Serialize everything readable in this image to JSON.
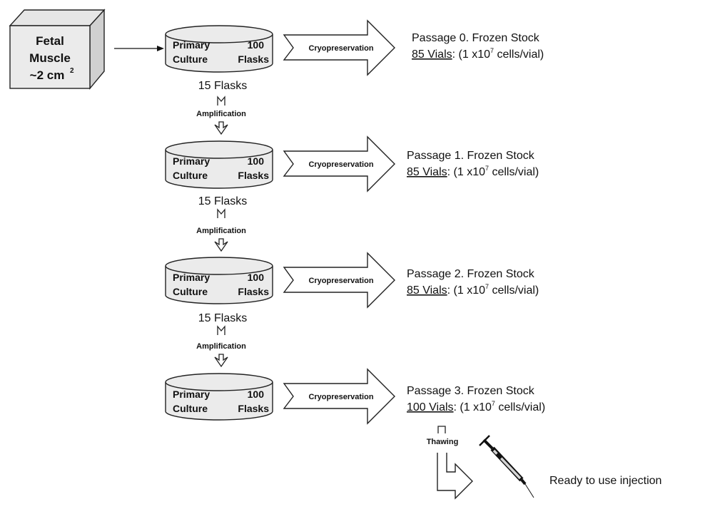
{
  "source": {
    "line1": "Fetal",
    "line2": "Muscle",
    "line3": "~2 cm",
    "superscript": "2"
  },
  "stages": [
    {
      "culture_left_top": "Primary",
      "culture_left_bottom": "Culture",
      "culture_right_top": "100",
      "culture_right_bottom": "Flasks",
      "arrow_label": "Cryopreservation",
      "stock_title": "Passage 0. Frozen Stock",
      "vials": "85 Vials",
      "vials_rest_a": ": (1 x10",
      "vials_exp": "7",
      "vials_rest_b": " cells/vial)"
    },
    {
      "culture_left_top": "Primary",
      "culture_left_bottom": "Culture",
      "culture_right_top": "100",
      "culture_right_bottom": "Flasks",
      "arrow_label": "Cryopreservation",
      "stock_title": "Passage 1. Frozen Stock",
      "vials": "85 Vials",
      "vials_rest_a": ": (1 x10",
      "vials_exp": "7",
      "vials_rest_b": " cells/vial)"
    },
    {
      "culture_left_top": "Primary",
      "culture_left_bottom": "Culture",
      "culture_right_top": "100",
      "culture_right_bottom": "Flasks",
      "arrow_label": "Cryopreservation",
      "stock_title": "Passage 2. Frozen Stock",
      "vials": "85 Vials",
      "vials_rest_a": ": (1 x10",
      "vials_exp": "7",
      "vials_rest_b": " cells/vial)"
    },
    {
      "culture_left_top": "Primary",
      "culture_left_bottom": "Culture",
      "culture_right_top": "100",
      "culture_right_bottom": "Flasks",
      "arrow_label": "Cryopreservation",
      "stock_title": "Passage 3. Frozen Stock",
      "vials": "100 Vials",
      "vials_rest_a": ": (1 x10",
      "vials_exp": "7",
      "vials_rest_b": " cells/vial)"
    }
  ],
  "transitions": [
    {
      "flasks_label": "15 Flasks",
      "amplification_label": "Amplification"
    },
    {
      "flasks_label": "15 Flasks",
      "amplification_label": "Amplification"
    },
    {
      "flasks_label": "15 Flasks",
      "amplification_label": "Amplification"
    }
  ],
  "final": {
    "thawing_label": "Thawing",
    "ready_label": "Ready to use injection"
  }
}
